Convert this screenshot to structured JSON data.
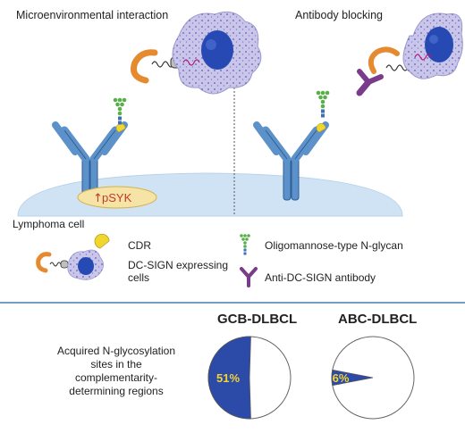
{
  "headers": {
    "left": "Microenvironmental interaction",
    "right": "Antibody blocking"
  },
  "cell_label": "Lymphoma cell",
  "pSYK_label": "pSYK",
  "legend": {
    "cdr": "CDR",
    "dcsign_line1": "DC-SIGN expressing",
    "dcsign_line2": "cells",
    "glycan": "Oligomannose-type N-glycan",
    "antibody": "Anti-DC-SIGN antibody"
  },
  "description": {
    "line1": "Acquired N-glycosylation",
    "line2": "sites in the",
    "line3": "complementarity-",
    "line4": "determining regions"
  },
  "colors": {
    "bcr_blue": "#5d91c9",
    "bcr_dark": "#2d5e96",
    "membrane": "#cfe3f5",
    "psyk_fill": "#f6e3a6",
    "psyk_stroke": "#d4b34a",
    "psyk_text": "#c0392b",
    "cdr_yellow": "#f2d630",
    "glycan_green": "#57b048",
    "glycan_blue": "#3b6fb6",
    "dcsign_orange": "#e58a2e",
    "antibody_purple": "#7a3b8a",
    "dc_cell": "#c9c6ea",
    "dc_nucleus": "#2649b3",
    "pie_fill": "#2c4aa8",
    "pie_label": "#f2d630",
    "divider": "#4a7fa8"
  },
  "chart_data": [
    {
      "type": "pie",
      "title": "GCB-DLBCL",
      "slices": [
        {
          "label": "51%",
          "value": 51
        },
        {
          "label": "",
          "value": 49
        }
      ]
    },
    {
      "type": "pie",
      "title": "ABC-DLBCL",
      "slices": [
        {
          "label": "6%",
          "value": 6
        },
        {
          "label": "",
          "value": 94
        }
      ]
    }
  ]
}
